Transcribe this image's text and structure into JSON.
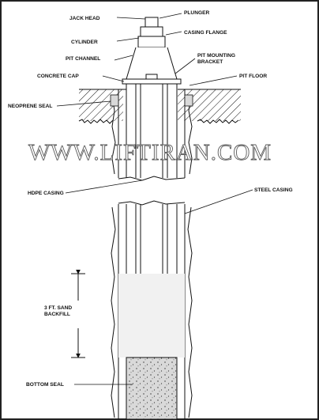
{
  "labels": {
    "jack_head": "JACK HEAD",
    "plunger": "PLUNGER",
    "cylinder": "CYLINDER",
    "casing_flange": "CASING FLANGE",
    "pit_channel": "PIT CHANNEL",
    "pit_mounting_line1": "PIT MOUNTING",
    "pit_mounting_line2": "BRACKET",
    "concrete_cap": "CONCRETE CAP",
    "pit_floor": "PIT FLOOR",
    "neoprene_seal": "NEOPRENE SEAL",
    "hdpe_casing": "HDPE CASING",
    "steel_casing": "STEEL CASING",
    "sand_line1": "3 FT. SAND",
    "sand_line2": "BACKFILL",
    "bottom_seal": "BOTTOM SEAL"
  },
  "watermark": "WWW.LIFTIRAN.COM",
  "colors": {
    "line": "#111111",
    "frame": "#222222",
    "watermark_stroke": "#5a5a5a",
    "sand_fill": "#f1f1f1",
    "seal_fill": "#d9d9d9"
  }
}
